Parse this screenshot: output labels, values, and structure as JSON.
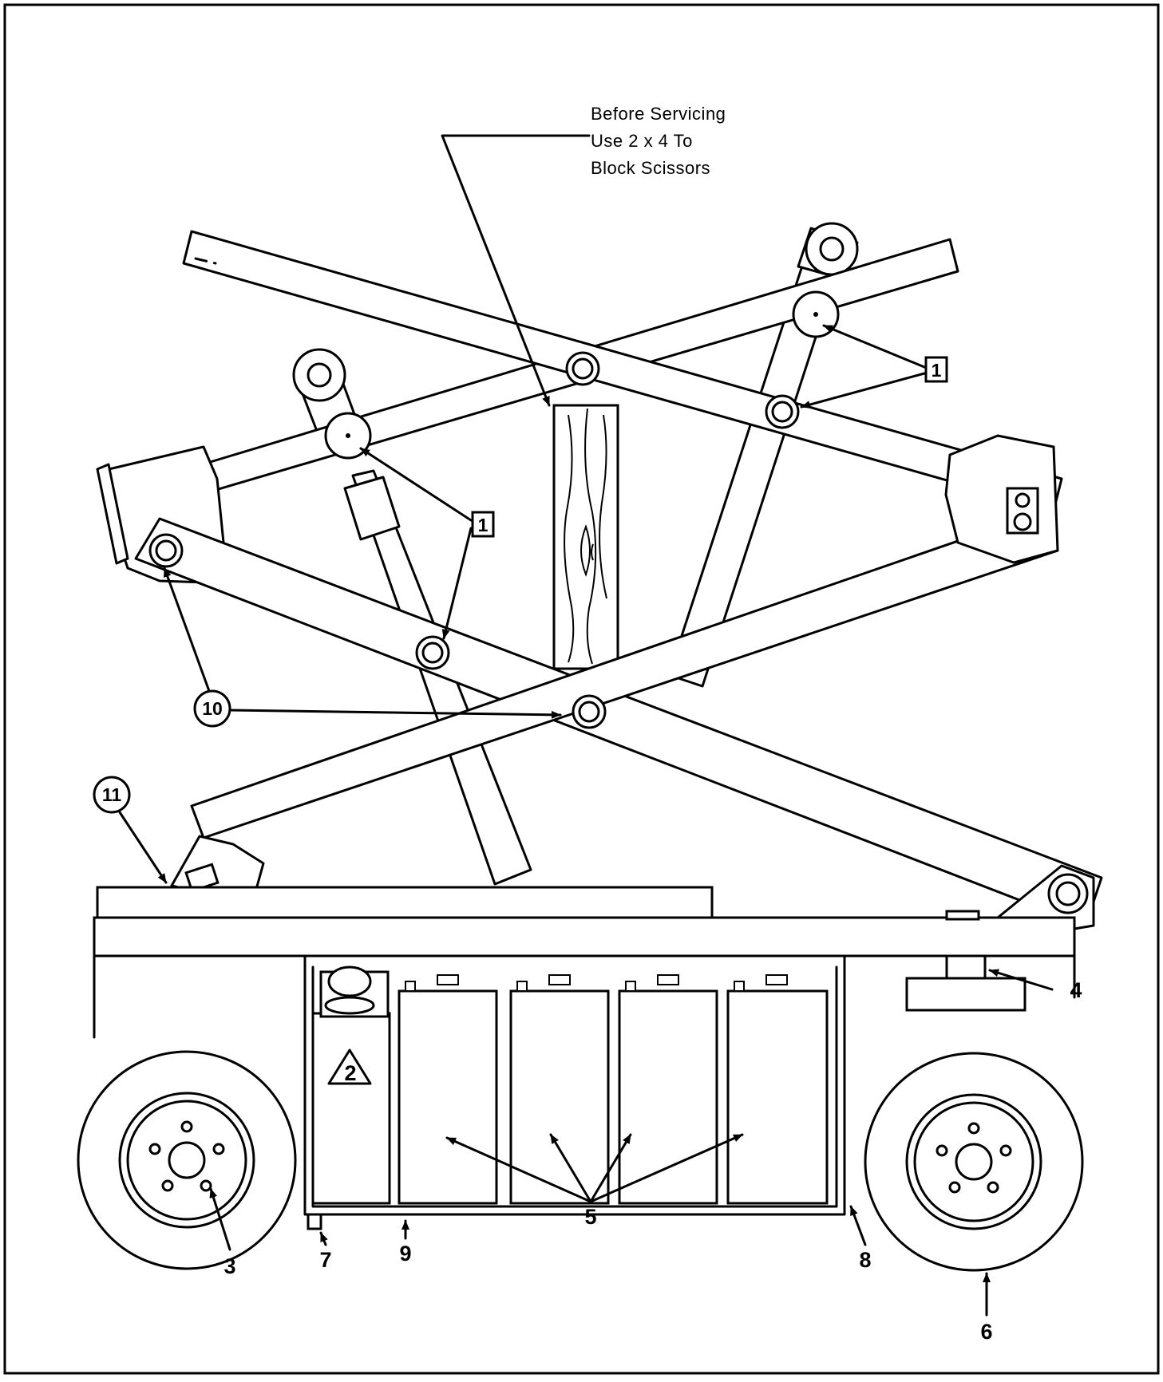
{
  "note": {
    "lines": [
      "Before Servicing",
      "Use 2 x 4 To",
      "Block Scissors"
    ]
  },
  "callouts": {
    "pivot_upper": "1",
    "pivot_lower": "1",
    "reservoir": "2",
    "front_wheel": "3",
    "item_4": "4",
    "batteries": "5",
    "rear_wheel": "6",
    "drain": "7",
    "item_8": "8",
    "item_9": "9",
    "center_pivot": "10",
    "arm_end": "11"
  }
}
